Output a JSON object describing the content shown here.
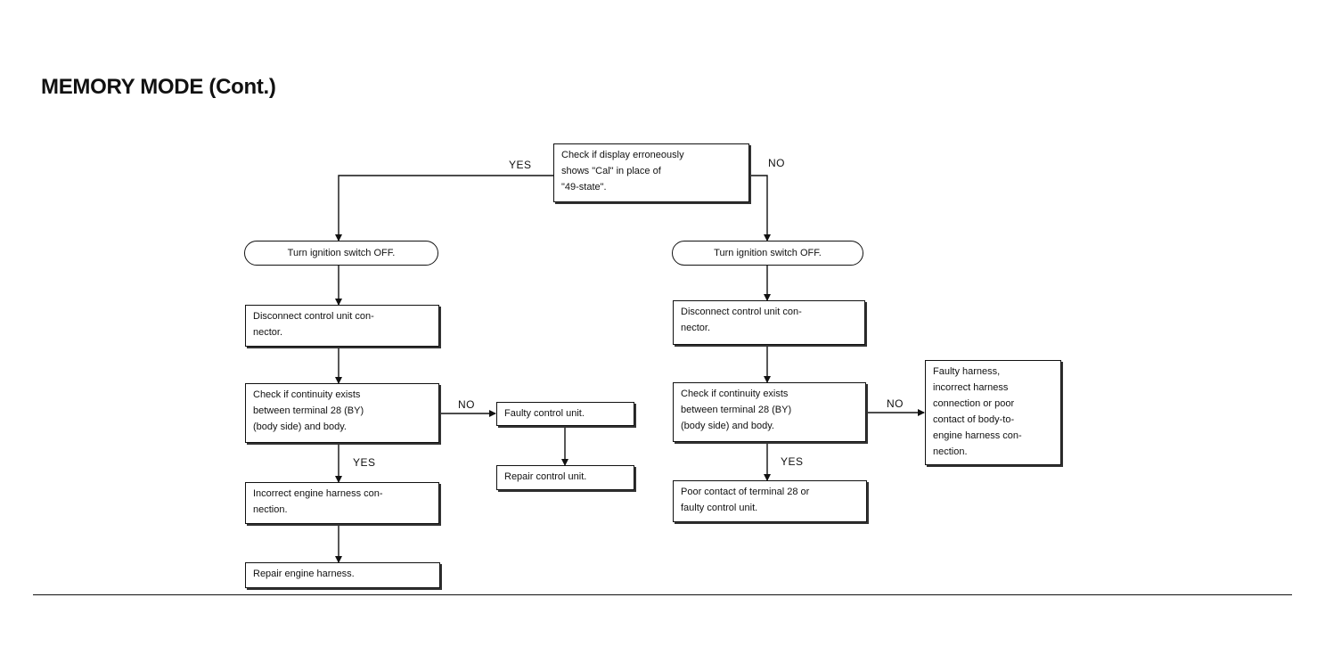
{
  "title": "MEMORY MODE (Cont.)",
  "nodes": {
    "start": "Check if display erroneously\nshows \"Cal\" in place of\n\"49-state\".",
    "l_off": "Turn ignition switch OFF.",
    "l_disc": "Disconnect control unit con-\nnector.",
    "l_check": "Check if continuity exists\nbetween terminal 28 (BY)\n(body side) and body.",
    "l_faulty": "Faulty control unit.",
    "l_repair_cu": "Repair control unit.",
    "l_incorrect": "Incorrect engine harness con-\nnection.",
    "l_repair_eh": "Repair engine harness.",
    "r_off": "Turn ignition switch OFF.",
    "r_disc": "Disconnect control unit con-\nnector.",
    "r_check": "Check if continuity exists\nbetween terminal 28 (BY)\n(body side) and body.",
    "r_faulty": "Faulty harness,\nincorrect harness\nconnection or poor\ncontact of body-to-\nengine harness con-\nnection.",
    "r_poor": "Poor contact of terminal 28 or\nfaulty control unit."
  },
  "labels": {
    "yes_top": "YES",
    "no_top": "NO",
    "no_left": "NO",
    "yes_left": "YES",
    "no_right": "NO",
    "yes_right": "YES"
  }
}
